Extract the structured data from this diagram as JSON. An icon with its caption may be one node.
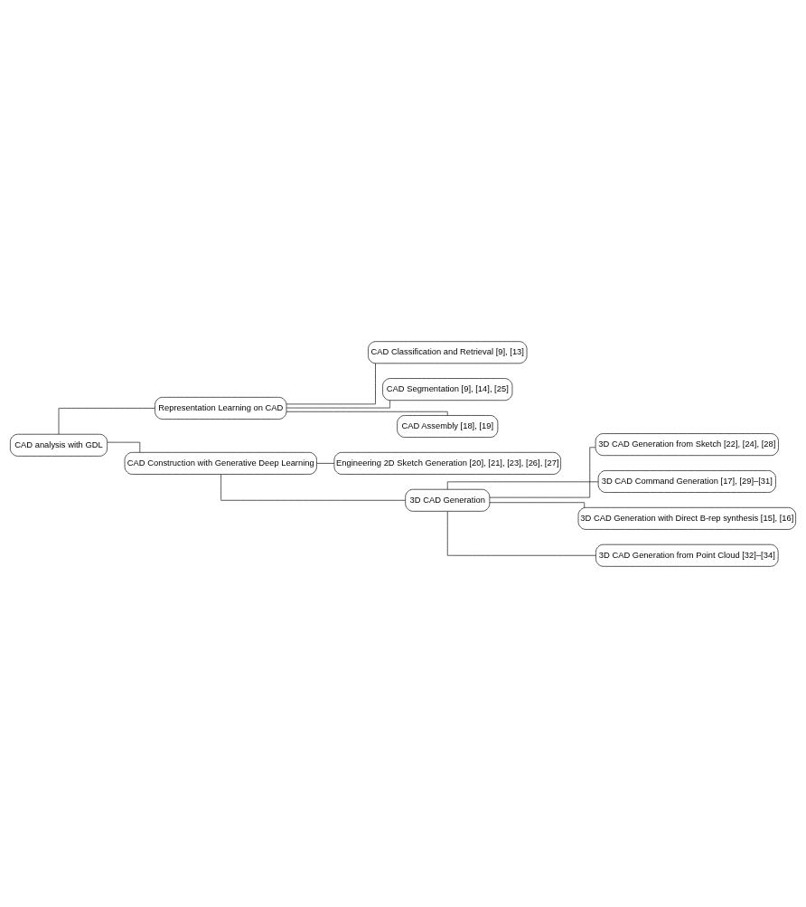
{
  "diagram": {
    "nodes": [
      {
        "text": [
          "CAD analysis with GDL"
        ]
      },
      {
        "text": [
          "Representation Learning on CAD"
        ]
      },
      {
        "text": [
          "CAD Classification and Retrieval [9], [13]"
        ]
      },
      {
        "text": [
          "CAD Segmentation [9], [14], [25]"
        ]
      },
      {
        "text": [
          "CAD Assembly [18], [19]"
        ]
      },
      {
        "text": [
          "CAD Construction with Generative Deep Learning"
        ]
      },
      {
        "text": [
          "Engineering 2D Sketch Generation [20], [21], [23], [26], [27]"
        ]
      },
      {
        "text": [
          "3D CAD Generation"
        ]
      },
      {
        "text": [
          "3D CAD Generation from Sketch [22], [24], [28]"
        ]
      },
      {
        "text": [
          "3D CAD Command Generation [17], [29]–[31]"
        ]
      },
      {
        "text": [
          "3D CAD Generation with Direct B-rep synthesis [15], [16]"
        ]
      },
      {
        "text": [
          "3D CAD Generation from Point Cloud [32]–[34]"
        ]
      }
    ],
    "edges": [
      {
        "from": 0,
        "to": 1,
        "arrow": "none"
      },
      {
        "from": 1,
        "to": 2,
        "arrow": "none"
      },
      {
        "from": 1,
        "to": 3,
        "arrow": "none"
      },
      {
        "from": 1,
        "to": 4,
        "arrow": "none"
      },
      {
        "from": 0,
        "to": 5,
        "arrow": "none"
      },
      {
        "from": 5,
        "to": 6,
        "arrow": "none"
      },
      {
        "from": 5,
        "to": 7,
        "arrow": "none"
      },
      {
        "from": 7,
        "to": 8,
        "arrow": "none"
      },
      {
        "from": 7,
        "to": 9,
        "arrow": "none"
      },
      {
        "from": 7,
        "to": 10,
        "arrow": "none"
      },
      {
        "from": 7,
        "to": 11,
        "arrow": "none"
      }
    ]
  }
}
